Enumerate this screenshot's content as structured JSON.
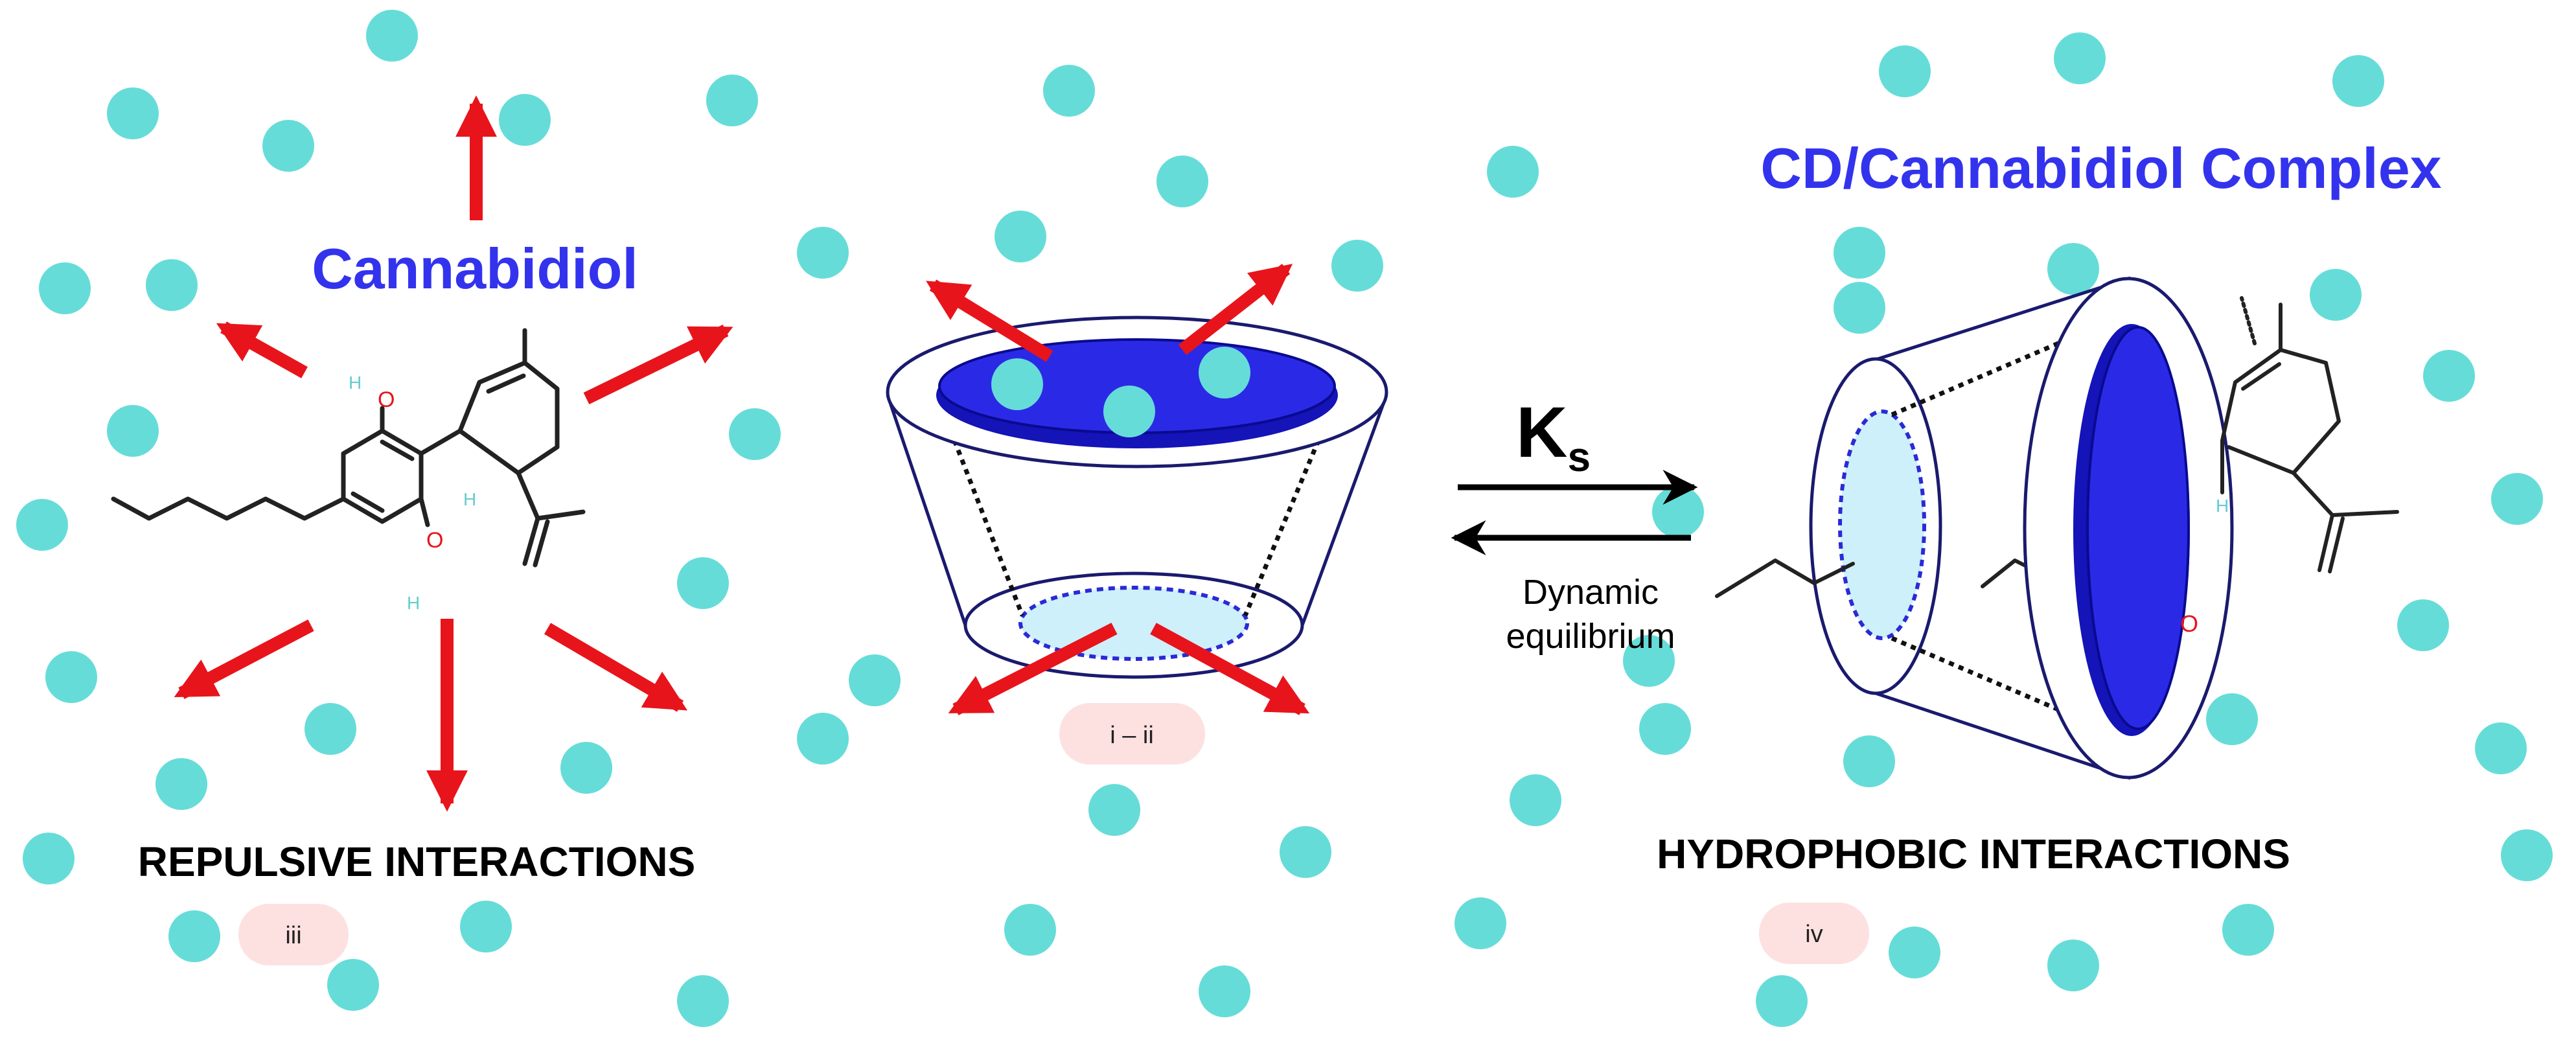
{
  "titles": {
    "cannabidiol": "Cannabidiol",
    "complex": "CD/Cannabidiol Complex"
  },
  "equilibrium": {
    "constant_main": "K",
    "constant_sub": "s",
    "caption_line1": "Dynamic",
    "caption_line2": "equilibrium"
  },
  "interactions": {
    "repulsive": "REPULSIVE INTERACTIONS",
    "hydrophobic": "HYDROPHOBIC INTERACTIONS"
  },
  "tags": {
    "center": "i – ii",
    "left": "iii",
    "right": "iv"
  },
  "atoms": {
    "oxygen": "O",
    "hydrogen": "H"
  },
  "colors": {
    "water": "#66dcd8",
    "arrow": "#e8141b",
    "title_blue": "#3333ee",
    "cavity_dark": "#1f1fd6",
    "cavity_light": "#cdf0fa",
    "outline": "#1a1a6e",
    "tag_bg": "#fde1e1"
  }
}
